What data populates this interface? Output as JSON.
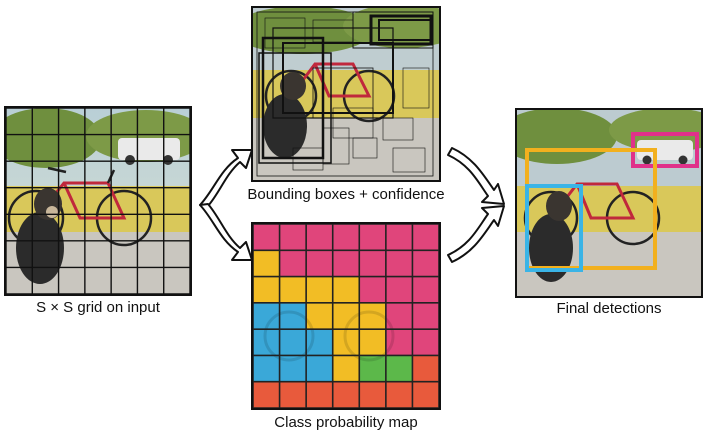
{
  "captions": {
    "input": "S × S grid on input",
    "boxes": "Bounding boxes + confidence",
    "classmap": "Class probability map",
    "final": "Final detections"
  },
  "class_map": {
    "grid_size": 7,
    "palette": {
      "p": "#e0457b",
      "y": "#f2bd25",
      "b": "#3aa8d8",
      "g": "#5cb84a",
      "r": "#e85a3c"
    },
    "cells": [
      "ppppppp",
      "ypppppp",
      "yyyyppp",
      "bbyyypp",
      "bbbyypp",
      "bbbyggr",
      "rrrrrrr"
    ]
  },
  "detections": [
    {
      "class": "car",
      "color": "#e0318a"
    },
    {
      "class": "bicycle",
      "color": "#f2b01e"
    },
    {
      "class": "dog",
      "color": "#3ab4e6"
    }
  ]
}
